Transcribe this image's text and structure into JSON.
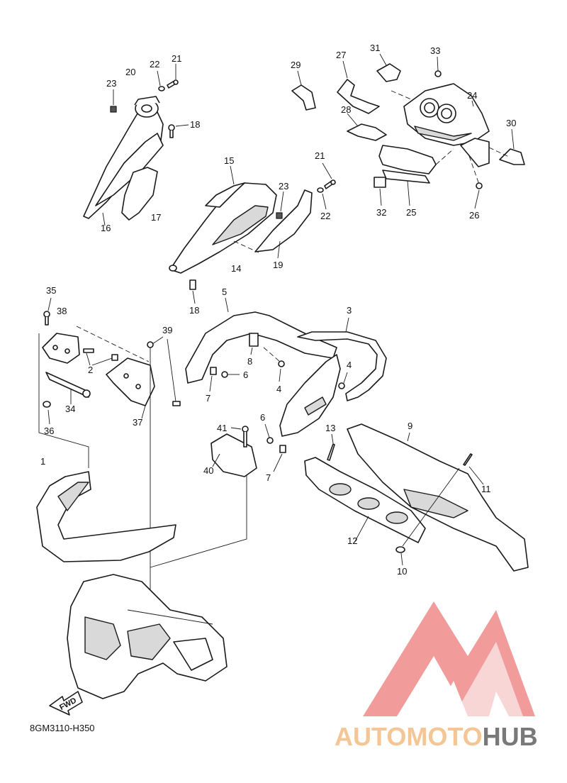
{
  "diagram": {
    "drawing_code": "8GM3110-H350",
    "fwd_label": "FWD",
    "callouts": [
      "1",
      "2",
      "3",
      "4",
      "4",
      "5",
      "6",
      "6",
      "7",
      "7",
      "8",
      "9",
      "10",
      "11",
      "12",
      "13",
      "14",
      "15",
      "16",
      "17",
      "18",
      "18",
      "19",
      "20",
      "21",
      "21",
      "22",
      "22",
      "23",
      "23",
      "24",
      "25",
      "26",
      "27",
      "28",
      "29",
      "30",
      "31",
      "32",
      "33",
      "34",
      "35",
      "36",
      "37",
      "38",
      "39",
      "40",
      "41"
    ]
  },
  "watermark": {
    "brand_part1": "AUTOMOTO",
    "brand_part2": "HUB",
    "color_primary": "#f08a8a",
    "color_secondary": "#f3c08a",
    "color_dark": "#6b6b6b"
  }
}
